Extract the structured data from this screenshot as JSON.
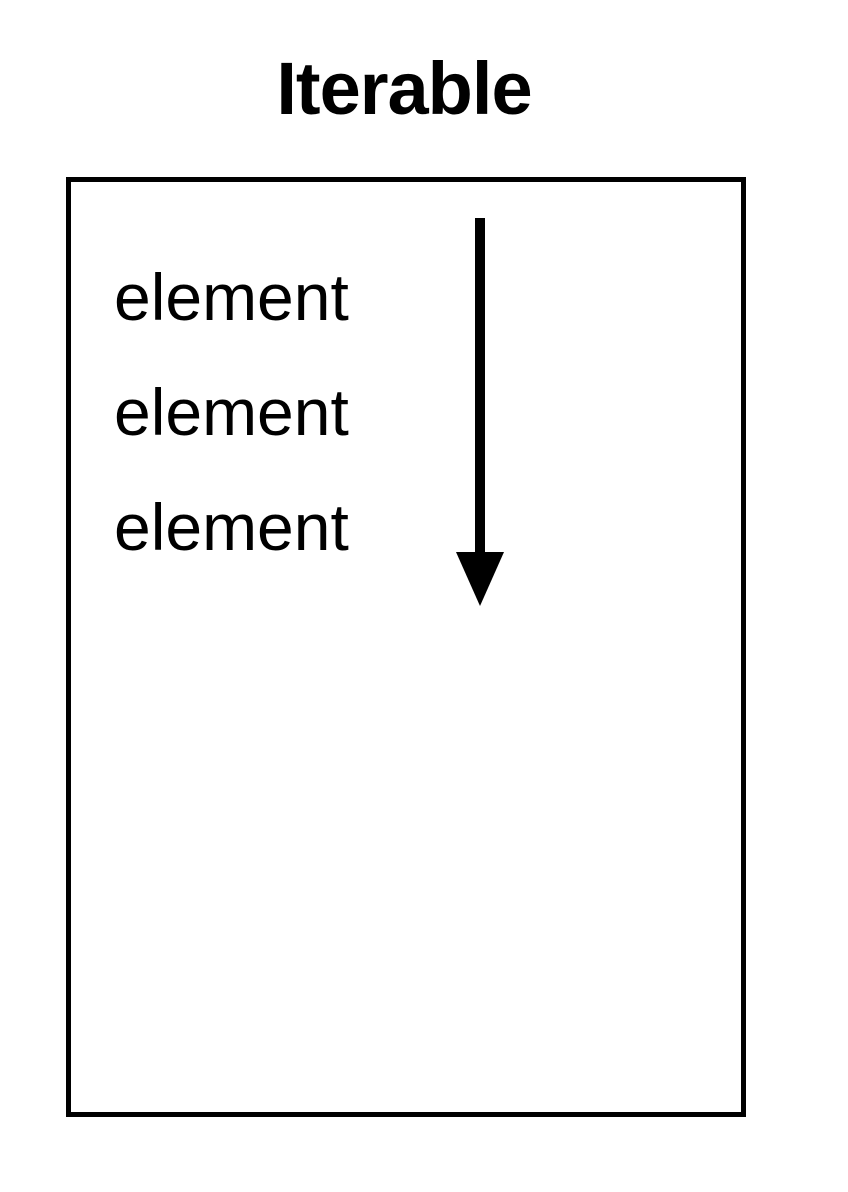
{
  "diagram": {
    "title": "Iterable",
    "elements": [
      {
        "label": "element"
      },
      {
        "label": "element"
      },
      {
        "label": "element"
      }
    ],
    "colors": {
      "stroke": "#000000",
      "background": "#ffffff"
    },
    "arrow_direction": "down"
  }
}
